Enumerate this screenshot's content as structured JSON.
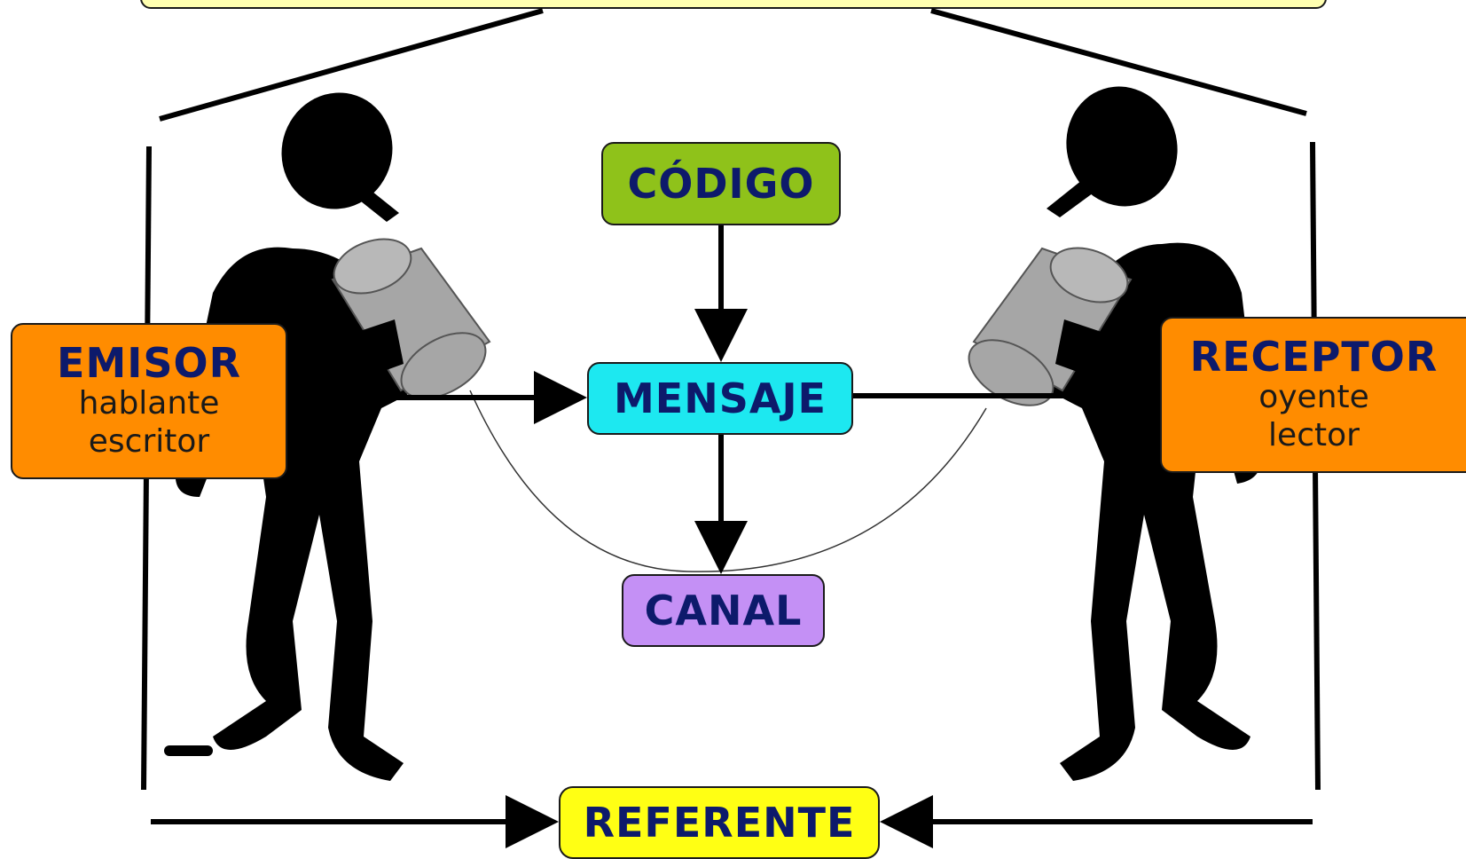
{
  "colors": {
    "codigo": "#8fc21a",
    "mensaje": "#1de8f0",
    "canal": "#c490f5",
    "referente": "#ffff14",
    "emisor": "#ff8c00",
    "receptor": "#ff8c00",
    "top_bar": "#ffffb0",
    "text_main": "#0d1a6b",
    "silhouette": "#000000",
    "can": "#a6a6a6"
  },
  "nodes": {
    "codigo": {
      "label": "CÓDIGO"
    },
    "mensaje": {
      "label": "MENSAJE"
    },
    "canal": {
      "label": "CANAL"
    },
    "referente": {
      "label": "REFERENTE"
    },
    "emisor": {
      "label": "EMISOR",
      "lines": [
        "hablante",
        "escritor"
      ]
    },
    "receptor": {
      "label": "RECEPTOR",
      "lines": [
        "oyente",
        "lector"
      ]
    }
  },
  "illustration": {
    "left_figure": "person-holding-tin-can-silhouette",
    "right_figure": "person-holding-tin-can-silhouette",
    "connector": "string-between-cans"
  }
}
